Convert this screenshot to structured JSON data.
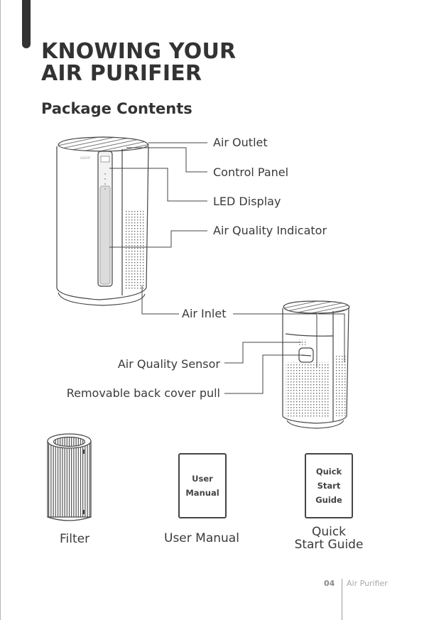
{
  "header": {
    "title_line1": "KNOWING YOUR",
    "title_line2": "AIR PURIFIER",
    "section_title": "Package Contents"
  },
  "front_diagram": {
    "callouts": [
      {
        "id": "air-outlet",
        "label": "Air Outlet"
      },
      {
        "id": "control-panel",
        "label": "Control Panel"
      },
      {
        "id": "led-display",
        "label": "LED Display"
      },
      {
        "id": "air-quality-indicator",
        "label": "Air Quality Indicator"
      },
      {
        "id": "air-inlet",
        "label": "Air Inlet"
      }
    ]
  },
  "back_diagram": {
    "callouts": [
      {
        "id": "air-quality-sensor",
        "label": "Air Quality Sensor"
      },
      {
        "id": "removable-back-cover-pull",
        "label": "Removable back cover pull"
      }
    ]
  },
  "contents": [
    {
      "id": "filter",
      "label": "Filter",
      "icon": "filter-cartridge-icon"
    },
    {
      "id": "user-manual",
      "label": "User Manual",
      "icon": "booklet-icon",
      "cover_lines": [
        "User",
        "Manual"
      ]
    },
    {
      "id": "quick-start-guide",
      "label_line1": "Quick",
      "label_line2": "Start Guide",
      "icon": "booklet-icon",
      "cover_lines": [
        "Quick",
        "Start",
        "Guide"
      ]
    }
  ],
  "footer": {
    "page_number": "04",
    "product_name": "Air Purifier"
  }
}
